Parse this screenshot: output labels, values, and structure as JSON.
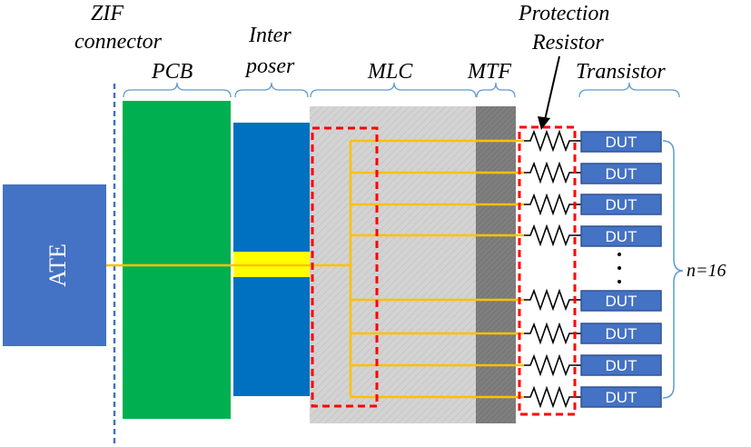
{
  "labels": {
    "zif_line1": "ZIF",
    "zif_line2": "connector",
    "pcb": "PCB",
    "interposer_line1": "Inter",
    "interposer_line2": "poser",
    "mlc": "MLC",
    "mtf": "MTF",
    "protection_line1": "Protection",
    "protection_line2": "Resistor",
    "transistor": "Transistor",
    "ate": "ATE",
    "count": "n=16"
  },
  "dut_labels": [
    "DUT",
    "DUT",
    "DUT",
    "DUT",
    "DUT",
    "DUT",
    "DUT",
    "DUT"
  ],
  "colors": {
    "ate": "#4472C4",
    "pcb": "#00B050",
    "interposer": "#0070C0",
    "interposer_via": "#FFFF00",
    "mlc": "#D0D0D0",
    "mtf": "#808080",
    "trace": "#FFC000",
    "dashed_box": "#FF0000",
    "zif_line": "#4472C4",
    "dut": "#4472C4",
    "brace": "#5B9BD5"
  }
}
